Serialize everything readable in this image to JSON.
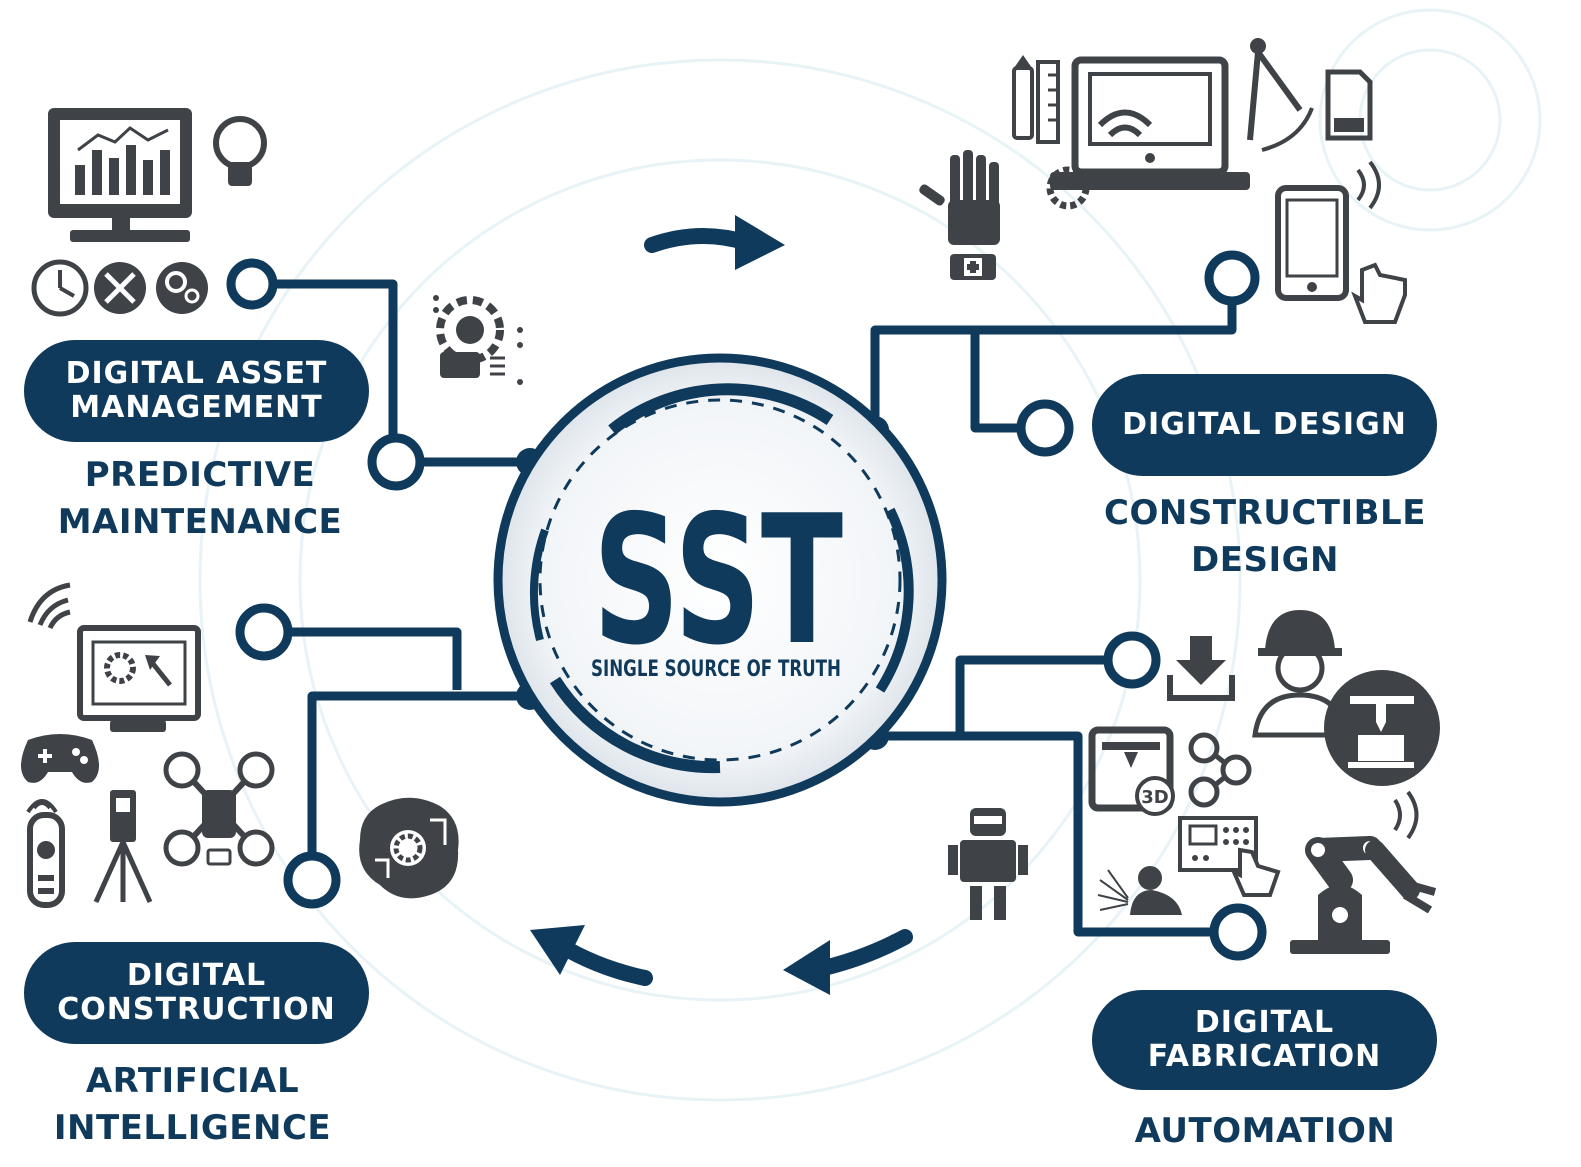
{
  "center": {
    "acronym": "SST",
    "full_name": "SINGLE SOURCE OF TRUTH"
  },
  "quadrants": {
    "asset": {
      "title_line1": "DIGITAL ASSET",
      "title_line2": "MANAGEMENT",
      "sub_line1": "PREDICTIVE",
      "sub_line2": "MAINTENANCE"
    },
    "design": {
      "title": "DIGITAL DESIGN",
      "sub_line1": "CONSTRUCTIBLE",
      "sub_line2": "DESIGN"
    },
    "construction": {
      "title_line1": "DIGITAL",
      "title_line2": "CONSTRUCTION",
      "sub_line1": "ARTIFICIAL",
      "sub_line2": "INTELLIGENCE"
    },
    "fabrication": {
      "title_line1": "DIGITAL",
      "title_line2": "FABRICATION",
      "sub_line1": "AUTOMATION"
    }
  },
  "icons": {
    "asset": [
      "monitor-chart-icon",
      "lightbulb-icon",
      "clock-icon",
      "tools-icon",
      "gears-icon",
      "maintenance-gear-icon"
    ],
    "design": [
      "ruler-pencil-icon",
      "laptop-wifi-icon",
      "compass-icon",
      "sd-card-icon",
      "robot-hand-icon",
      "tablet-touch-icon"
    ],
    "construction": [
      "wifi-signal-icon",
      "monitor-settings-icon",
      "gamepad-icon",
      "remote-control-icon",
      "surveying-tripod-icon",
      "drone-icon",
      "brain-gear-icon"
    ],
    "fabrication": [
      "download-icon",
      "engineer-icon",
      "cnc-machine-icon",
      "printer-3d-icon",
      "share-icon",
      "robot-icon",
      "control-panel-icon",
      "welder-icon",
      "robot-arm-icon"
    ]
  },
  "colors": {
    "navy": "#0f3a5c",
    "icon_gray": "#3f4347",
    "light_blue": "#e6f2f7"
  }
}
